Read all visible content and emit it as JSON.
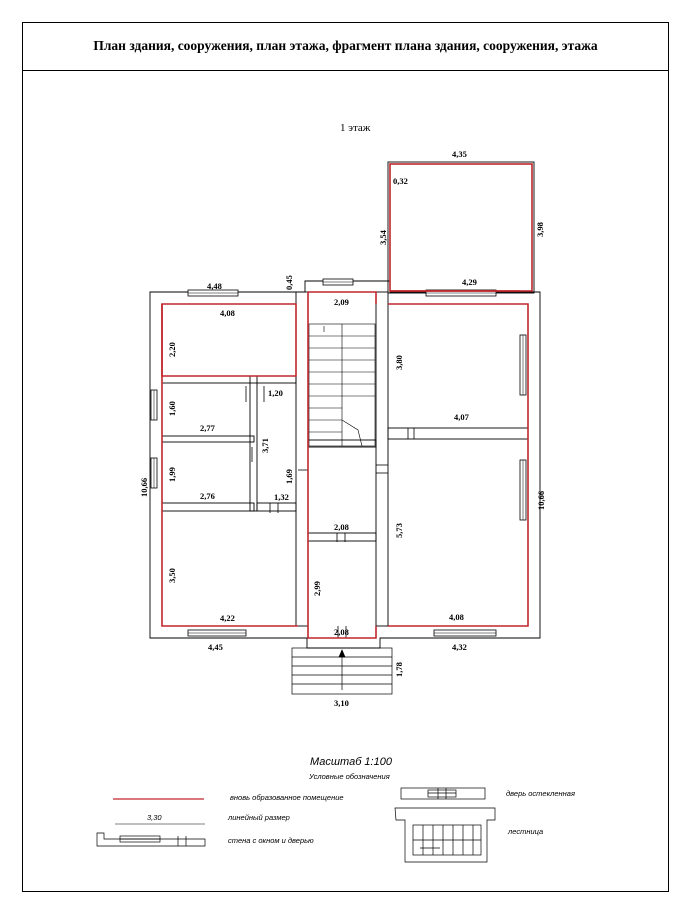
{
  "header": {
    "title": "План здания, сооружения, план этажа, фрагмент плана здания, сооружения, этажа"
  },
  "plan": {
    "floor_label": "1 этаж",
    "dimensions": {
      "annex_width_top": "4,35",
      "annex_inner": "0,32",
      "annex_left": "3,54",
      "annex_right": "3,98",
      "annex_bottom": "4,29",
      "top_left_width": "4,48",
      "step_045": "0,45",
      "room_tl_width": "4,08",
      "stair_top_width": "2,09",
      "room_tl_depth": "2,20",
      "room_tr_depth": "3,80",
      "corridor_1_20": "1,20",
      "room_a_depth": "1,60",
      "room_a_width": "2,77",
      "corridor_3_71": "3,71",
      "room_tr_width": "4,07",
      "left_total": "10,66",
      "room_b_depth": "1,99",
      "room_b_width": "2,76",
      "corridor_1_69": "1,69",
      "corridor_1_32": "1,32",
      "right_room_depth": "5,73",
      "right_total": "10,66",
      "hall_width": "2,08",
      "room_bl_depth": "3,50",
      "vestibule_depth": "2,99",
      "room_bl_width": "4,22",
      "vestibule_width": "2,08",
      "room_br_width": "4,08",
      "bottom_left_width": "4,45",
      "bottom_right_width": "4,32",
      "porch_depth": "1,78",
      "porch_width": "3,10"
    }
  },
  "legend": {
    "scale": "Масштаб 1:100",
    "heading": "Условные обозначения",
    "new_room": "вновь образованное помещение",
    "dimension_sample": "3,30",
    "dimension": "линейный размер",
    "wall_window_door": "стена с окном и дверью",
    "glazed_door": "дверь остекленная",
    "stairs": "лестница"
  },
  "colors": {
    "new_room": "#c0272d",
    "wall": "#000000"
  }
}
